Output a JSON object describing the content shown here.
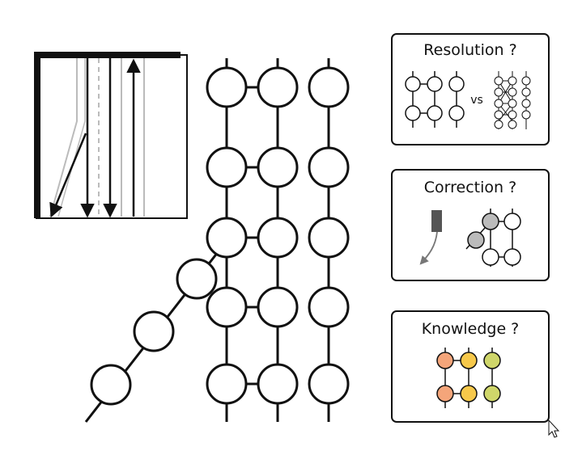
{
  "panels": {
    "resolution": {
      "title": "Resolution ?",
      "vs_label": "vs"
    },
    "correction": {
      "title": "Correction ?"
    },
    "knowledge": {
      "title": "Knowledge ?"
    }
  },
  "colors": {
    "stroke": "#111111",
    "node_fill": "#ffffff",
    "corrected_node": "#bbbbbb",
    "sensor_block": "#555555",
    "arrow_gray": "#777777",
    "knowledge_orange": "#f4a57a",
    "knowledge_yellow": "#f6c84a",
    "knowledge_olive": "#cfd66a",
    "road_line": "#bbbbbb"
  },
  "icons": {
    "cursor": "mouse-pointer-icon"
  }
}
